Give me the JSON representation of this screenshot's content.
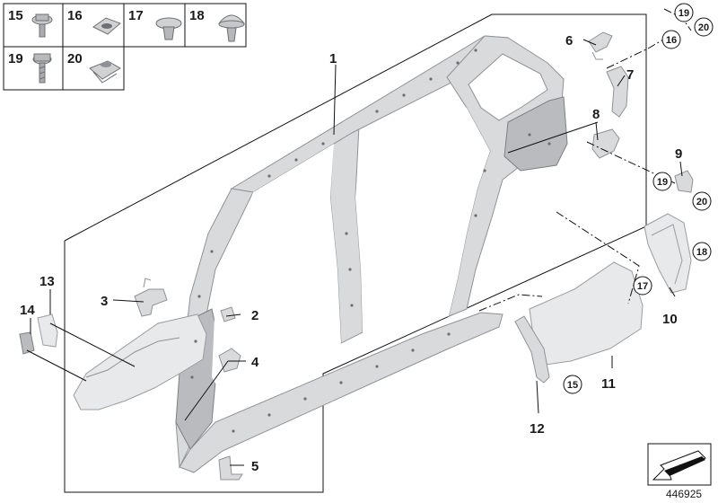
{
  "legend_cells": [
    {
      "label": "15",
      "icon": "bolt-with-washer-icon"
    },
    {
      "label": "16",
      "icon": "sheet-nut-icon"
    },
    {
      "label": "17",
      "icon": "expanding-rivet-icon"
    },
    {
      "label": "18",
      "icon": "push-clip-icon"
    },
    {
      "label": "19",
      "icon": "hex-bolt-icon"
    },
    {
      "label": "20",
      "icon": "clip-nut-icon"
    }
  ],
  "part_labels": {
    "p1": "1",
    "p2": "2",
    "p3": "3",
    "p4": "4",
    "p5": "5",
    "p6": "6",
    "p7": "7",
    "p8": "8",
    "p9": "9",
    "p10": "10",
    "p11": "11",
    "p12": "12",
    "p13": "13",
    "p14": "14"
  },
  "circle_labels": {
    "c19_top": "19",
    "c20_top": "20",
    "c16_top": "16",
    "c19_mid": "19",
    "c20_mid": "20",
    "c18": "18",
    "c17": "17",
    "c15": "15"
  },
  "doc_number": "446925",
  "colors": {
    "panel": "#d9dadc",
    "line": "#111111",
    "background": "#ffffff"
  }
}
